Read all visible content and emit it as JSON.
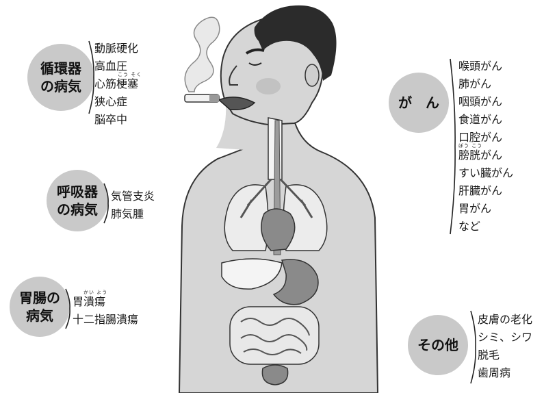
{
  "colors": {
    "skin": "#d6d6d6",
    "organ_dark": "#8a8a8a",
    "organ_mid": "#a6a6a6",
    "organ_light": "#ececec",
    "badge": "#c9c9c9",
    "outline": "#333333"
  },
  "groups": {
    "circulatory": {
      "label_lines": [
        "循環器",
        "の病気"
      ],
      "items": [
        "動脈硬化",
        "高血圧",
        "心筋梗塞",
        "狭心症",
        "脳卒中"
      ],
      "ruby": {
        "text": "こう そく"
      }
    },
    "respiratory": {
      "label_lines": [
        "呼吸器",
        "の病気"
      ],
      "items": [
        "気管支炎",
        "肺気腫"
      ]
    },
    "digestive": {
      "label_lines": [
        "胃腸の",
        "病気"
      ],
      "items": [
        "胃潰瘍",
        "十二指腸潰瘍"
      ],
      "ruby": {
        "text": "かい よう"
      }
    },
    "cancer": {
      "label_lines": [
        "が　ん"
      ],
      "items": [
        "喉頭がん",
        "肺がん",
        "咽頭がん",
        "食道がん",
        "口腔がん",
        "膀胱がん",
        "すい臓がん",
        "肝臓がん",
        "胃がん",
        "など"
      ],
      "ruby": {
        "text": "ぼう こう"
      }
    },
    "other": {
      "label_lines": [
        "その他"
      ],
      "items": [
        "皮膚の老化",
        "シミ、シワ",
        "脱毛",
        "歯周病"
      ]
    }
  }
}
